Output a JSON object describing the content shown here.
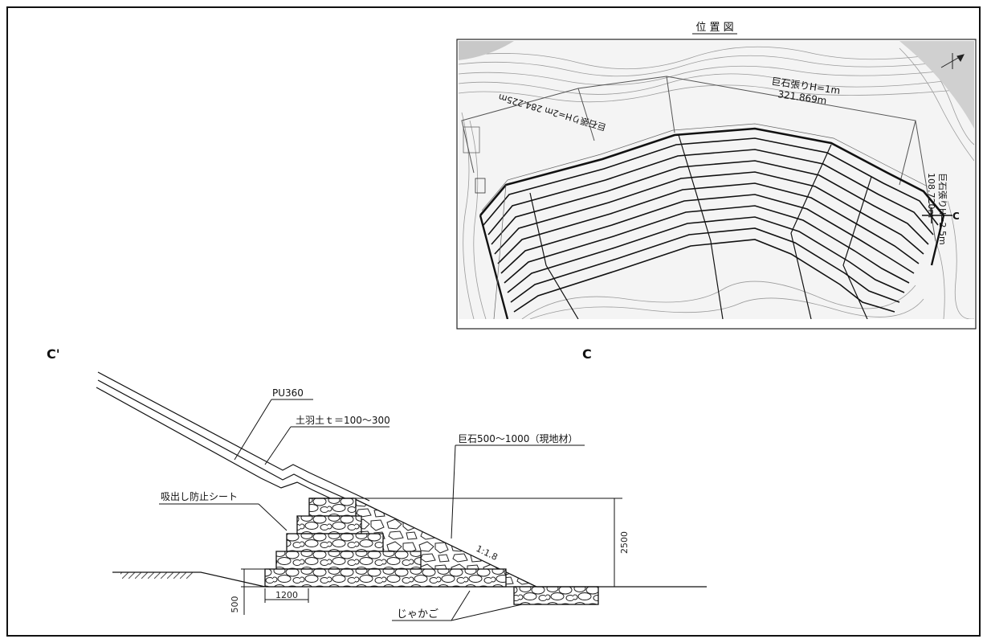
{
  "location_map": {
    "title": "位 置 図",
    "labels": {
      "boulder_h1": "巨石張りH=1m",
      "boulder_h1_len": "321.869m",
      "boulder_h2": "巨石張りH=2m 284.225m",
      "boulder_h25": "巨石張りH=2.5m",
      "boulder_h25_len": "108.720m",
      "section_marker": "C"
    }
  },
  "section": {
    "left_mark": "C'",
    "right_mark": "C",
    "labels": {
      "pu": "PU360",
      "soil": "土羽土ｔ＝100～300",
      "boulder": "巨石500～1000（現地材）",
      "sheet": "吸出し防止シート",
      "gabion": "じゃかご",
      "slope": "1:1.8",
      "dim_height": "2500",
      "dim_step": "500",
      "dim_width": "1200"
    }
  },
  "colors": {
    "line": "#111111",
    "contour": "#8a8a8a",
    "map_bg": "#f4f4f4"
  }
}
